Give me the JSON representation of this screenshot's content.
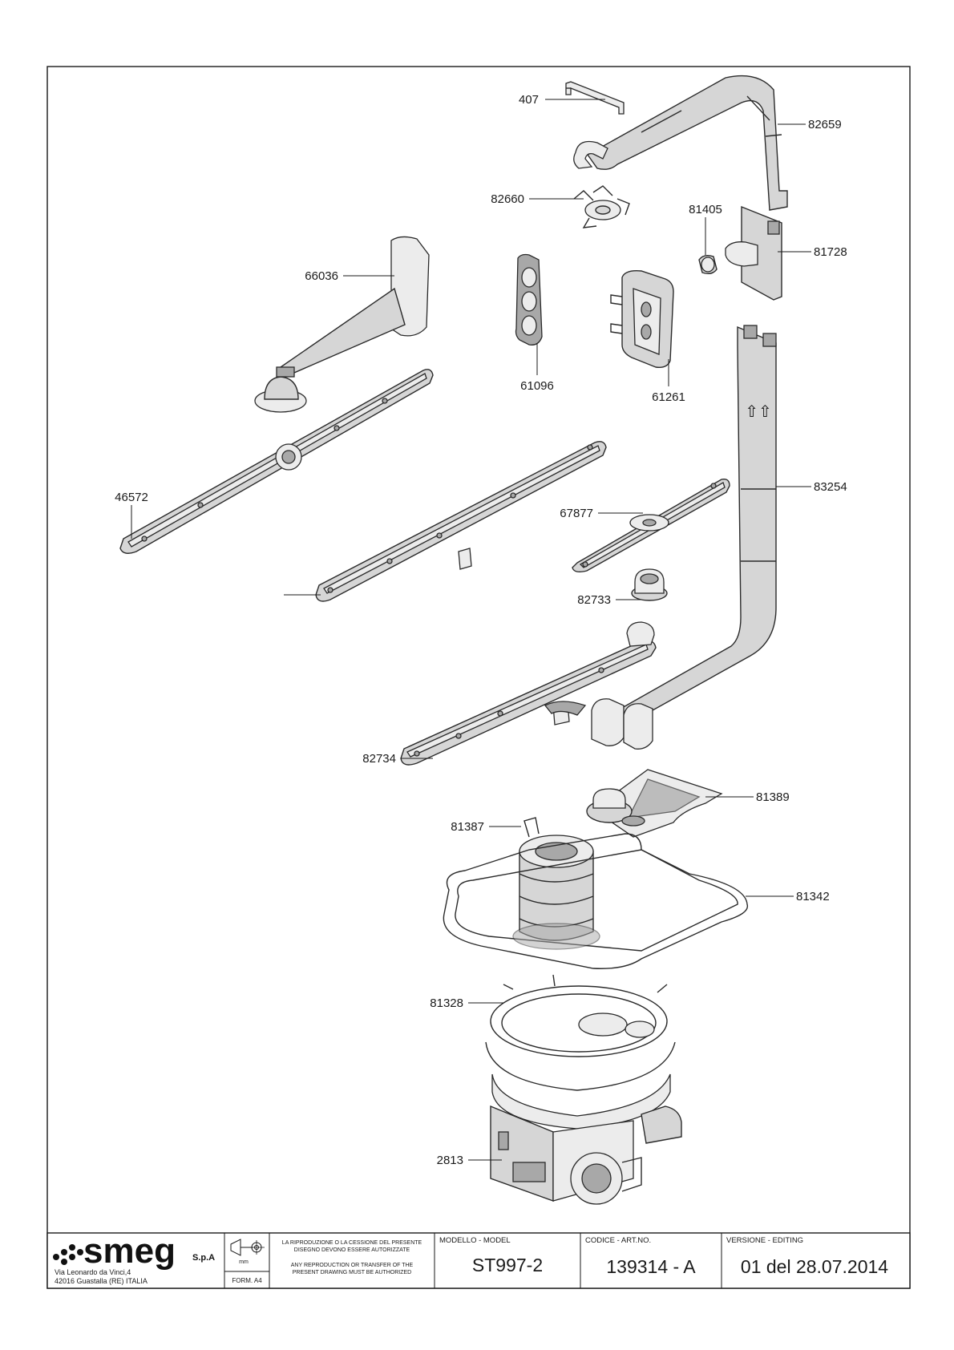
{
  "parts": [
    {
      "id": "407"
    },
    {
      "id": "82659"
    },
    {
      "id": "82660"
    },
    {
      "id": "81405"
    },
    {
      "id": "81728"
    },
    {
      "id": "66036"
    },
    {
      "id": "61096"
    },
    {
      "id": "61261"
    },
    {
      "id": "46572"
    },
    {
      "id": "83254"
    },
    {
      "id": "67877"
    },
    {
      "id": "82733"
    },
    {
      "id": "82734"
    },
    {
      "id": "81389"
    },
    {
      "id": "81387"
    },
    {
      "id": "81342"
    },
    {
      "id": "81328"
    },
    {
      "id": "2813"
    }
  ],
  "arm_marking": "⇧⇧",
  "title_block": {
    "brand": "smeg",
    "brand_suffix": "S.p.A",
    "address_line1": "Via Leonardo da Vinci,4",
    "address_line2": "42016  Guastalla (RE) ITALIA",
    "unit_symbol": "mm",
    "format": "FORM. A4",
    "notice_it_line1": "LA RIPRODUZIONE O LA CESSIONE DEL PRESENTE",
    "notice_it_line2": "DISEGNO DEVONO ESSERE AUTORIZZATE",
    "notice_en_line1": "ANY REPRODUCTION OR TRANSFER OF THE",
    "notice_en_line2": "PRESENT DRAWING MUST BE AUTHORIZED",
    "model_label": "MODELLO - MODEL",
    "model_value": "ST997-2",
    "code_label": "CODICE - ART.NO.",
    "code_value": "139314 - A",
    "version_label": "VERSIONE - EDITING",
    "version_value": "01 del 28.07.2014"
  }
}
